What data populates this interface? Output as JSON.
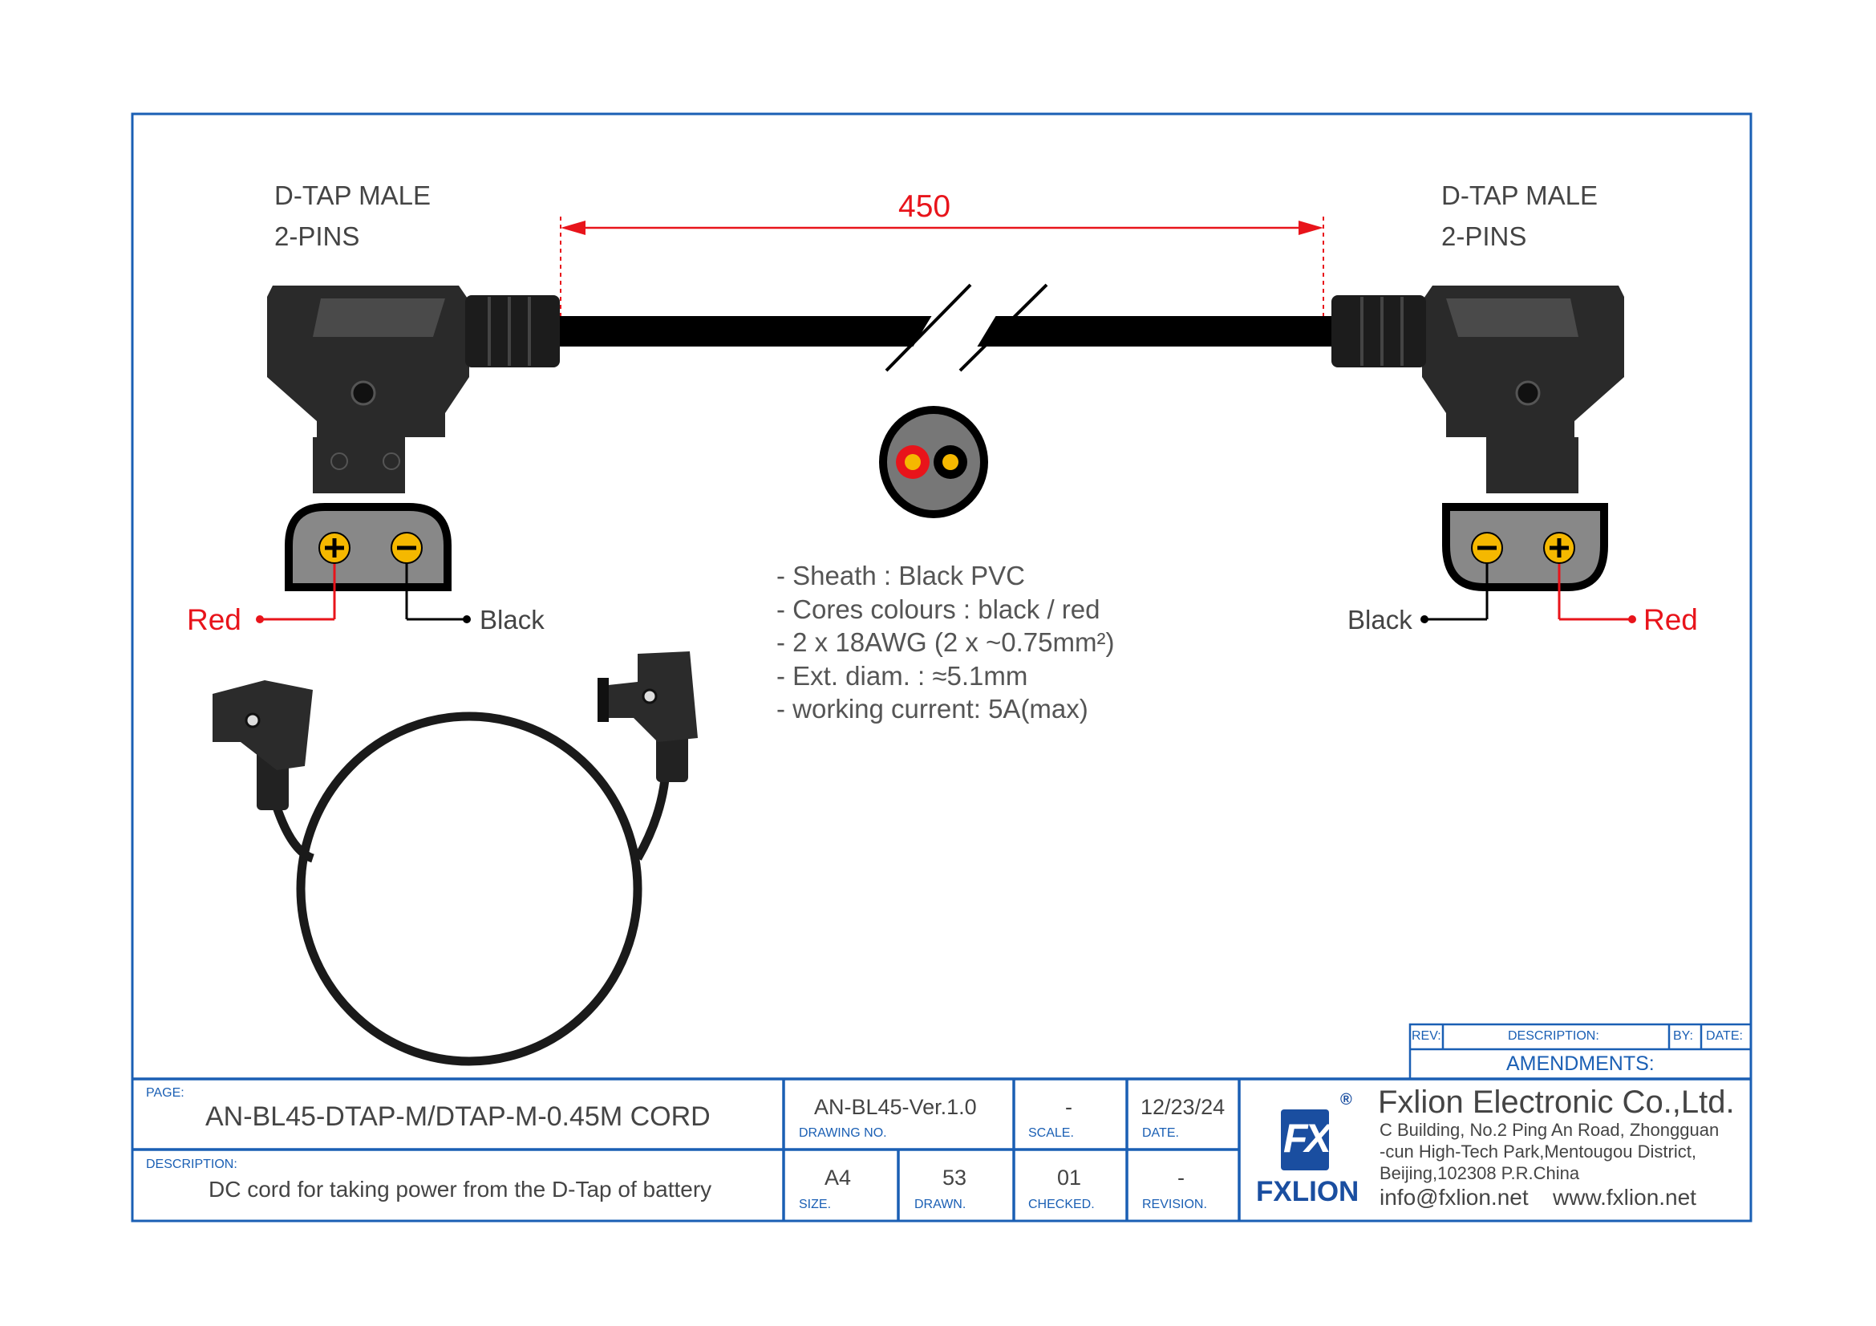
{
  "colors": {
    "frame": "#1a5fb4",
    "dimension": "#e8141b",
    "text": "#444444",
    "pin": "#f5b800"
  },
  "drawing": {
    "left_connector": {
      "line1": "D-TAP MALE",
      "line2": "2-PINS"
    },
    "right_connector": {
      "line1": "D-TAP MALE",
      "line2": "2-PINS"
    },
    "length_dimension": "450",
    "left_wires": {
      "red": "Red",
      "black": "Black"
    },
    "right_wires": {
      "red": "Red",
      "black": "Black"
    },
    "specs": [
      "- Sheath : Black PVC",
      "- Cores colours : black / red",
      "- 2 x 18AWG (2 x ~0.75mm²)",
      "- Ext. diam. : ≈5.1mm",
      "- working current: 5A(max)"
    ]
  },
  "amendments": {
    "rev": "REV:",
    "description": "DESCRIPTION:",
    "by": "BY:",
    "date": "DATE:",
    "title": "AMENDMENTS:"
  },
  "title_block": {
    "page_label": "PAGE:",
    "page_value": "AN-BL45-DTAP-M/DTAP-M-0.45M CORD",
    "description_label": "DESCRIPTION:",
    "description_value": "DC cord for taking power from the D-Tap of battery",
    "drawing_no_label": "DRAWING  NO.",
    "drawing_no": "AN-BL45-Ver.1.0",
    "scale_label": "SCALE.",
    "scale": "-",
    "date_label": "DATE.",
    "date": "12/23/24",
    "size_label": "SIZE.",
    "size": "A4",
    "drawn_label": "DRAWN.",
    "drawn": "53",
    "checked_label": "CHECKED.",
    "checked": "01",
    "revision_label": "REVISION.",
    "revision": "-"
  },
  "company": {
    "logo_text": "FXLION",
    "logo_mark": "FX",
    "registered": "®",
    "name": "Fxlion Electronic Co.,Ltd.",
    "address_lines": [
      "C Building, No.2 Ping An Road, Zhongguan",
      "-cun High-Tech Park,Mentougou District,",
      "Beijing,102308 P.R.China"
    ],
    "email": "info@fxlion.net",
    "website": "www.fxlion.net"
  }
}
